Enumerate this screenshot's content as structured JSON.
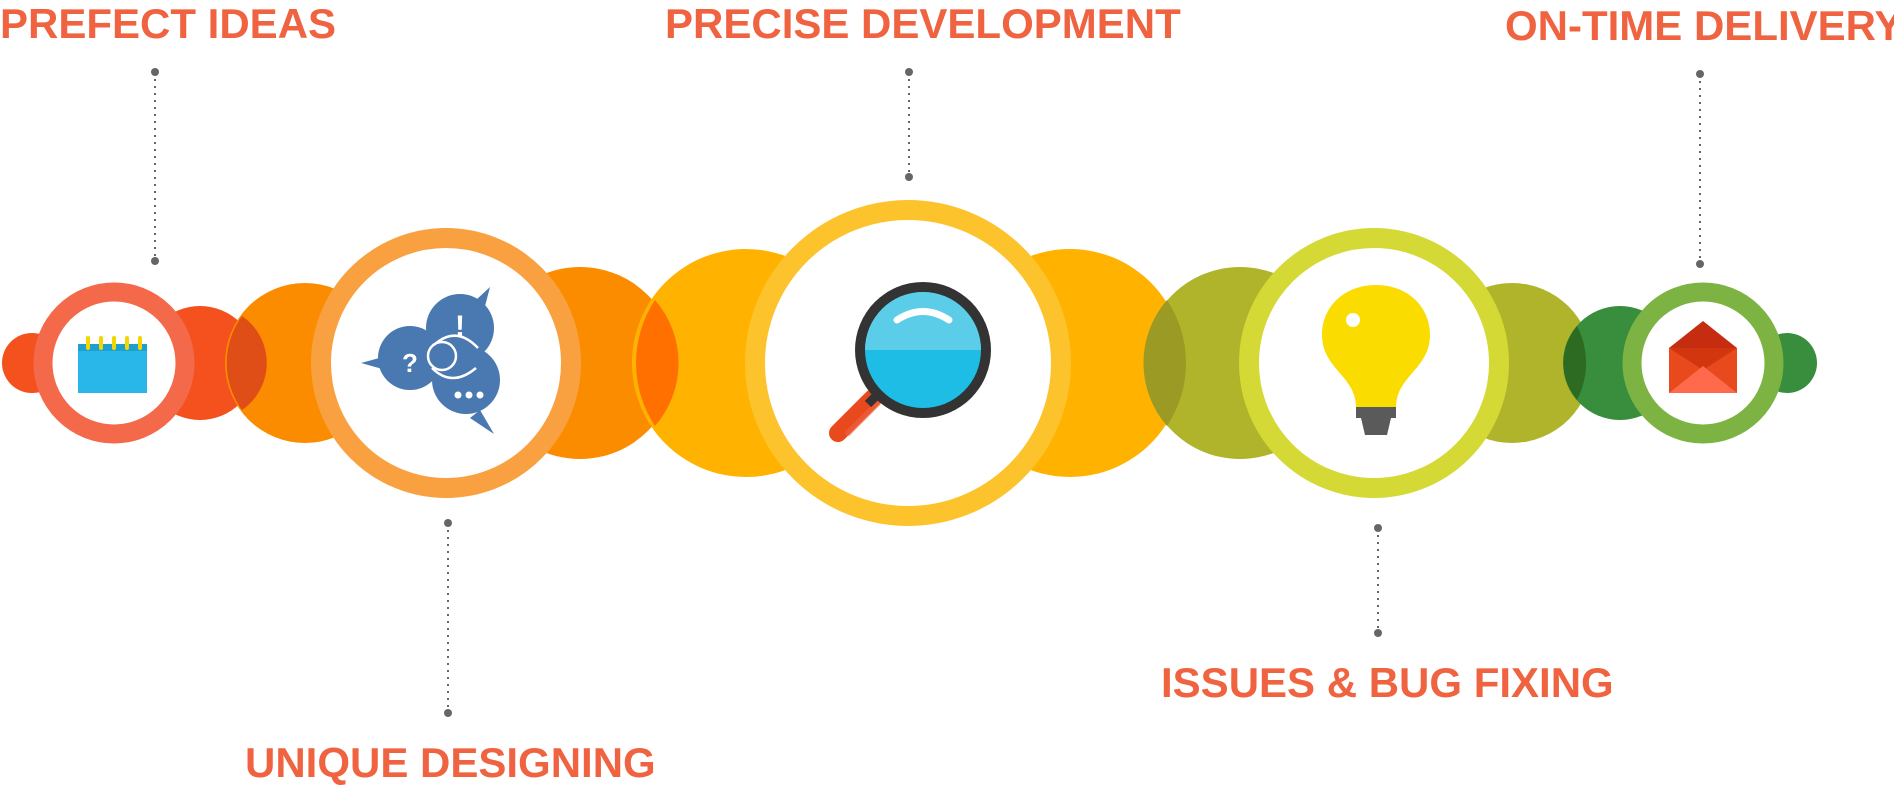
{
  "steps": [
    {
      "label": "PREFECT IDEAS",
      "icon": "notepad-icon"
    },
    {
      "label": "UNIQUE DESIGNING",
      "icon": "speech-bubbles-icon"
    },
    {
      "label": "PRECISE DEVELOPMENT",
      "icon": "magnifier-icon"
    },
    {
      "label": "ISSUES & BUG FIXING",
      "icon": "light-bulb-icon"
    },
    {
      "label": "ON-TIME DELIVERY",
      "icon": "envelope-icon"
    }
  ],
  "colors": {
    "label": "#f06341",
    "connector": "#666666",
    "red": "#f4511e",
    "coral": "#f4694a",
    "orange": "#fb8c00",
    "light_orange": "#f9a141",
    "amber": "#ffb300",
    "yellow": "#fdc32d",
    "olive": "#afb42b",
    "lime": "#d4d936",
    "green": "#388e3c",
    "light_green": "#7cb342"
  }
}
